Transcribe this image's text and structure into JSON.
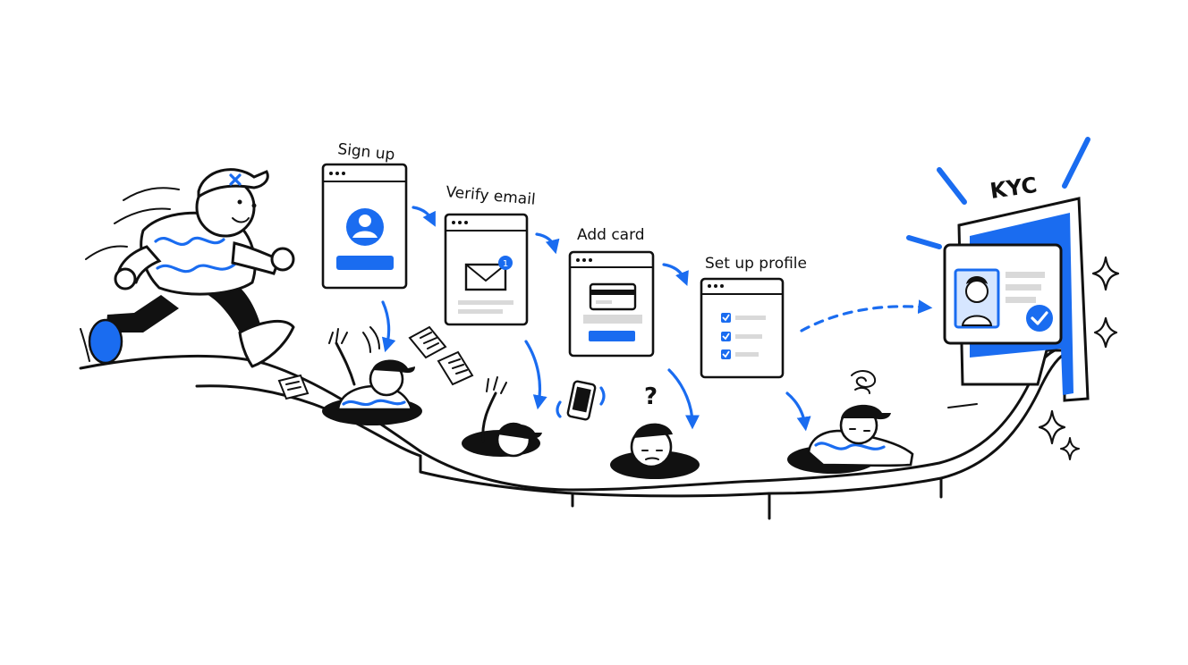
{
  "steps": [
    {
      "label": "Sign up"
    },
    {
      "label": "Verify email"
    },
    {
      "label": "Add card"
    },
    {
      "label": "Set up profile"
    }
  ],
  "goal": {
    "label": "KYC"
  },
  "notification": {
    "count": "1"
  },
  "unlabelled_marks": {
    "question": "?"
  },
  "colors": {
    "accent": "#1a6cf0",
    "ink": "#111111",
    "muted": "#d9d9d9"
  }
}
